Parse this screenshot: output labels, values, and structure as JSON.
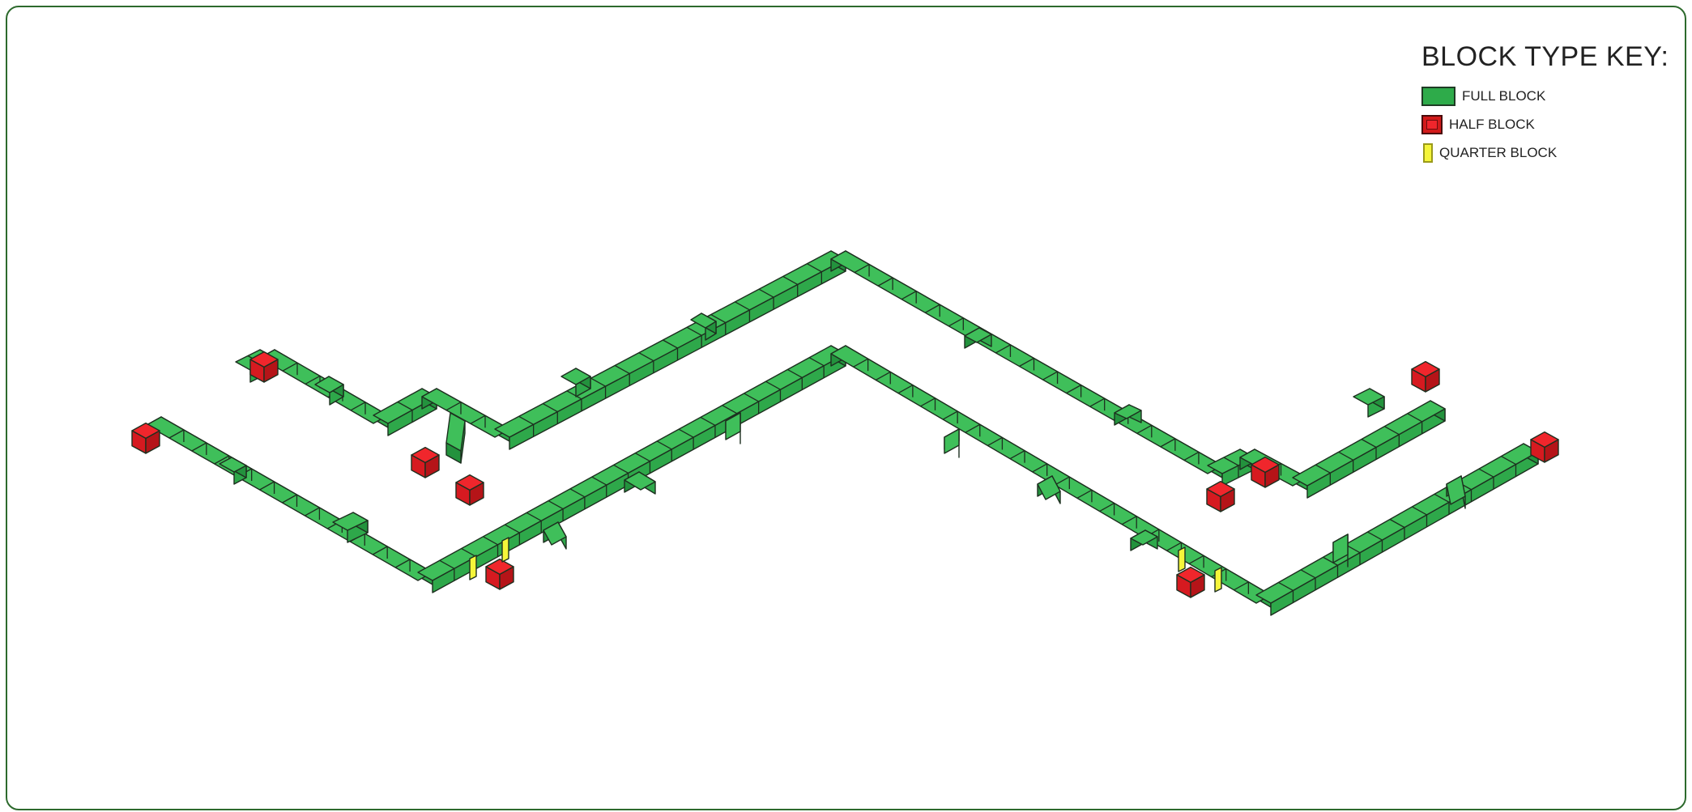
{
  "legend": {
    "title": "BLOCK TYPE KEY:",
    "items": [
      {
        "name": "full",
        "label": "FULL BLOCK",
        "color": "#2eab4a"
      },
      {
        "name": "half",
        "label": "HALF BLOCK",
        "color": "#e01e24"
      },
      {
        "name": "quarter",
        "label": "QUARTER BLOCK",
        "color": "#f5f53a"
      }
    ]
  },
  "colors": {
    "full_top": "#3fbf5a",
    "full_left": "#2ea84a",
    "full_right": "#23923d",
    "half_top": "#f0262c",
    "half_left": "#d61a20",
    "half_right": "#b51418",
    "quarter": "#f5f53a",
    "stroke": "#1d2f1f",
    "frame": "#2d6a2d"
  }
}
